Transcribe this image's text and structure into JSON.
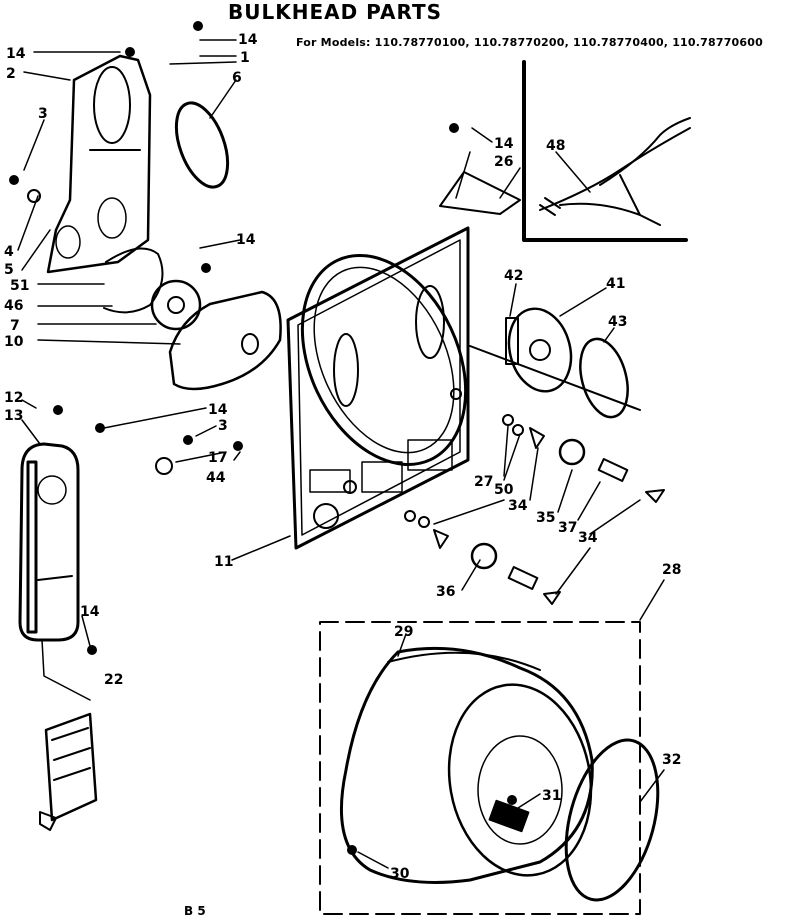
{
  "header": {
    "title": "BULKHEAD PARTS",
    "models_line": "For Models: 110.78770100, 110.78770200, 110.78770400, 110.78770600"
  },
  "footer": {
    "code": "B 5"
  },
  "callouts": [
    {
      "id": "c14a",
      "label": "14"
    },
    {
      "id": "c2",
      "label": "2"
    },
    {
      "id": "c14b",
      "label": "14"
    },
    {
      "id": "c1",
      "label": "1"
    },
    {
      "id": "c6",
      "label": "6"
    },
    {
      "id": "c3a",
      "label": "3"
    },
    {
      "id": "c4",
      "label": "4"
    },
    {
      "id": "c5",
      "label": "5"
    },
    {
      "id": "c51",
      "label": "51"
    },
    {
      "id": "c46",
      "label": "46"
    },
    {
      "id": "c7",
      "label": "7"
    },
    {
      "id": "c10",
      "label": "10"
    },
    {
      "id": "c14c",
      "label": "14"
    },
    {
      "id": "c12",
      "label": "12"
    },
    {
      "id": "c13",
      "label": "13"
    },
    {
      "id": "c14d",
      "label": "14"
    },
    {
      "id": "c3b",
      "label": "3"
    },
    {
      "id": "c17",
      "label": "17"
    },
    {
      "id": "c44",
      "label": "44"
    },
    {
      "id": "c14e",
      "label": "14"
    },
    {
      "id": "c22",
      "label": "22"
    },
    {
      "id": "c11",
      "label": "11"
    },
    {
      "id": "c14f",
      "label": "14"
    },
    {
      "id": "c26",
      "label": "26"
    },
    {
      "id": "c48",
      "label": "48"
    },
    {
      "id": "c42",
      "label": "42"
    },
    {
      "id": "c41",
      "label": "41"
    },
    {
      "id": "c43",
      "label": "43"
    },
    {
      "id": "c27",
      "label": "27"
    },
    {
      "id": "c50",
      "label": "50"
    },
    {
      "id": "c34a",
      "label": "34"
    },
    {
      "id": "c35",
      "label": "35"
    },
    {
      "id": "c37",
      "label": "37"
    },
    {
      "id": "c34b",
      "label": "34"
    },
    {
      "id": "c36",
      "label": "36"
    },
    {
      "id": "c28",
      "label": "28"
    },
    {
      "id": "c29",
      "label": "29"
    },
    {
      "id": "c31",
      "label": "31"
    },
    {
      "id": "c32",
      "label": "32"
    },
    {
      "id": "c30",
      "label": "30"
    }
  ]
}
